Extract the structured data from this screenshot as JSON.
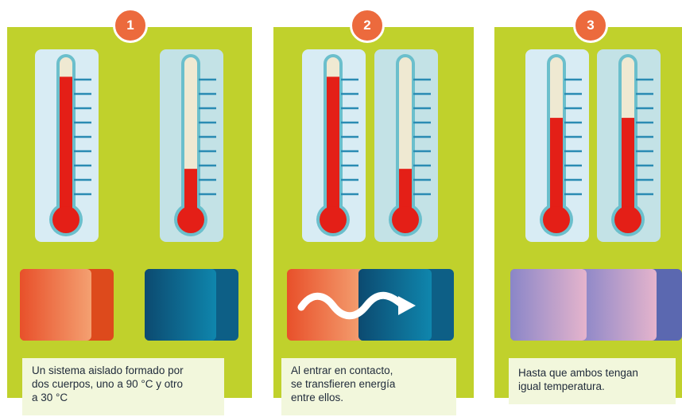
{
  "colors": {
    "panel": "#c0d12c",
    "badge": "#ec6a3d",
    "caption_bg": "#f2f7dc",
    "mercury": "#e41f17",
    "tube_empty": "#efe9d2",
    "tube_outline": "#6bbfcc",
    "tick": "#2a8bb3"
  },
  "panels": [
    {
      "number": "1",
      "thermometers": [
        {
          "level": 0.93
        },
        {
          "level": 0.28
        }
      ],
      "caption": [
        "Un sistema aislado formado por",
        "dos cuerpos, uno a 90 °C y otro",
        "a 30 °C"
      ]
    },
    {
      "number": "2",
      "thermometers": [
        {
          "level": 0.93
        },
        {
          "level": 0.28
        }
      ],
      "arrow": "heat-transfer-arrow",
      "caption": [
        "Al entrar en contacto,",
        "se transfieren energía",
        "entre ellos."
      ]
    },
    {
      "number": "3",
      "thermometers": [
        {
          "level": 0.64
        },
        {
          "level": 0.64
        }
      ],
      "caption": [
        "Hasta que ambos tengan",
        "igual temperatura."
      ]
    }
  ]
}
